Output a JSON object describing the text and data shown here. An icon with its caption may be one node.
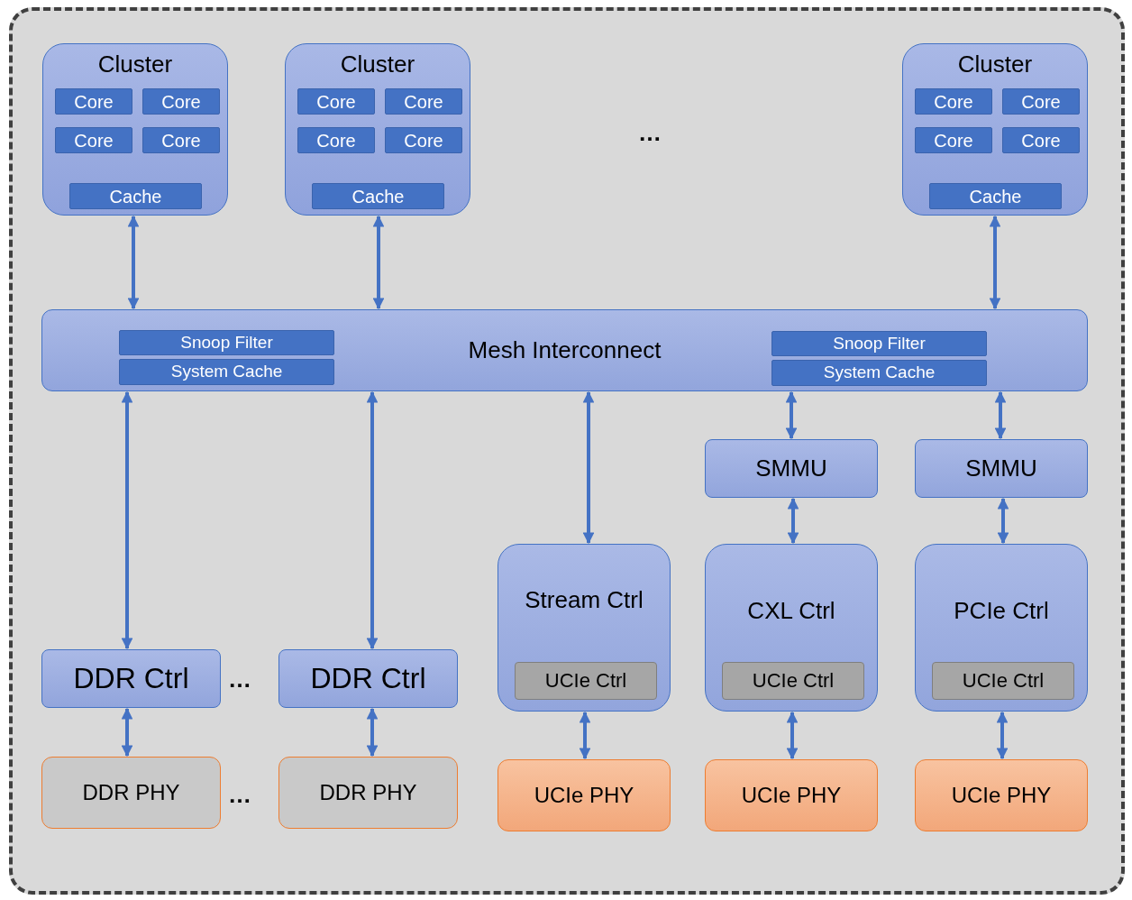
{
  "diagram": {
    "nodes": [
      {
        "text": [
          "Cluster"
        ]
      },
      {
        "text": [
          "Core"
        ],
        "in": 0
      },
      {
        "text": [
          "Core"
        ],
        "in": 0
      },
      {
        "text": [
          "Core"
        ],
        "in": 0
      },
      {
        "text": [
          "Core"
        ],
        "in": 0
      },
      {
        "text": [
          "Cache"
        ],
        "in": 0
      },
      {
        "text": [
          "Cluster"
        ]
      },
      {
        "text": [
          "Core"
        ],
        "in": 6
      },
      {
        "text": [
          "Core"
        ],
        "in": 6
      },
      {
        "text": [
          "Core"
        ],
        "in": 6
      },
      {
        "text": [
          "Core"
        ],
        "in": 6
      },
      {
        "text": [
          "Cache"
        ],
        "in": 6
      },
      {
        "text": [
          "Cluster"
        ]
      },
      {
        "text": [
          "Core"
        ],
        "in": 12
      },
      {
        "text": [
          "Core"
        ],
        "in": 12
      },
      {
        "text": [
          "Core"
        ],
        "in": 12
      },
      {
        "text": [
          "Core"
        ],
        "in": 12
      },
      {
        "text": [
          "Cache"
        ],
        "in": 12
      },
      {
        "text": [
          "Mesh Interconnect"
        ]
      },
      {
        "text": [
          "Snoop Filter"
        ],
        "in": 18
      },
      {
        "text": [
          "System Cache"
        ],
        "in": 18
      },
      {
        "text": [
          "Snoop Filter"
        ],
        "in": 18
      },
      {
        "text": [
          "System Cache"
        ],
        "in": 18
      },
      {
        "text": [
          "SMMU"
        ]
      },
      {
        "text": [
          "SMMU"
        ]
      },
      {
        "text": [
          "DDR Ctrl"
        ]
      },
      {
        "text": [
          "DDR Ctrl"
        ]
      },
      {
        "text": [
          "Stream Ctrl"
        ]
      },
      {
        "text": [
          "UCIe Ctrl"
        ],
        "in": 27
      },
      {
        "text": [
          "CXL Ctrl"
        ]
      },
      {
        "text": [
          "UCIe Ctrl"
        ],
        "in": 29
      },
      {
        "text": [
          "PCIe Ctrl"
        ]
      },
      {
        "text": [
          "UCIe Ctrl"
        ],
        "in": 31
      },
      {
        "text": [
          "DDR PHY"
        ]
      },
      {
        "text": [
          "DDR PHY"
        ]
      },
      {
        "text": [
          "UCIe PHY"
        ]
      },
      {
        "text": [
          "UCIe PHY"
        ]
      },
      {
        "text": [
          "UCIe PHY"
        ]
      }
    ],
    "edges": [
      {
        "from": 0,
        "to": 18,
        "arrow": "both"
      },
      {
        "from": 6,
        "to": 18,
        "arrow": "both"
      },
      {
        "from": 12,
        "to": 18,
        "arrow": "both"
      },
      {
        "from": 18,
        "to": 25,
        "arrow": "both"
      },
      {
        "from": 18,
        "to": 26,
        "arrow": "both"
      },
      {
        "from": 18,
        "to": 27,
        "arrow": "both"
      },
      {
        "from": 18,
        "to": 23,
        "arrow": "both"
      },
      {
        "from": 18,
        "to": 24,
        "arrow": "both"
      },
      {
        "from": 23,
        "to": 29,
        "arrow": "both"
      },
      {
        "from": 24,
        "to": 31,
        "arrow": "both"
      },
      {
        "from": 25,
        "to": 33,
        "arrow": "both"
      },
      {
        "from": 26,
        "to": 34,
        "arrow": "both"
      },
      {
        "from": 27,
        "to": 35,
        "arrow": "both"
      },
      {
        "from": 29,
        "to": 36,
        "arrow": "both"
      },
      {
        "from": 31,
        "to": 37,
        "arrow": "both"
      }
    ],
    "labels": [
      "…",
      "…",
      "…"
    ]
  }
}
